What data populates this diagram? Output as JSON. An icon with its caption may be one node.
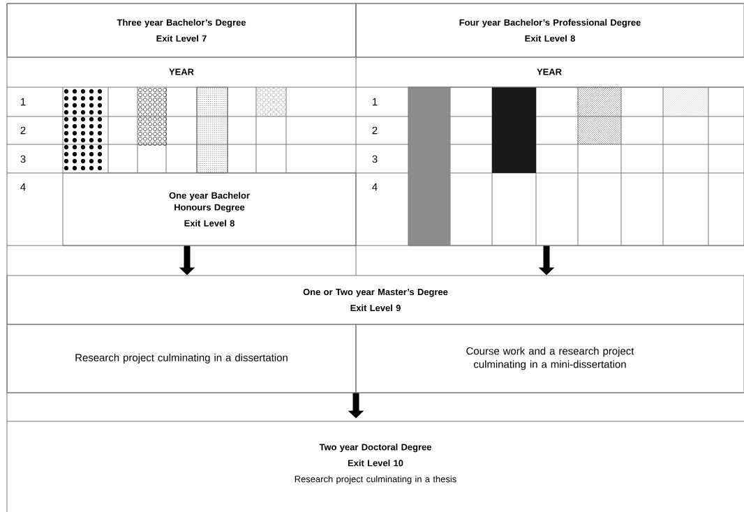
{
  "diagram": {
    "nodes": [
      {
        "text": [
          "Three year Bachelor’s Degree",
          "Exit Level 7"
        ]
      },
      {
        "text": [
          "Four year Bachelor’s Professional Degree",
          "Exit Level 8"
        ]
      },
      {
        "text": [
          "One year Bachelor Honours Degree",
          "Exit Level 8"
        ]
      },
      {
        "text": [],
        "shape": "box"
      },
      {
        "text": [
          "One or Two year Master’s Degree",
          "Exit Level 9"
        ]
      },
      {
        "text": [
          "Research project culminating in a dissertation"
        ]
      },
      {
        "text": [
          "Course work and a research project culminating in a mini-dissertation"
        ]
      },
      {
        "text": [
          "Two year Doctoral Degree",
          "Exit Level 10",
          "Research project culminating in a thesis"
        ]
      }
    ],
    "edges": [
      {
        "from": 2,
        "to": 4,
        "arrow": "to"
      },
      {
        "from": 3,
        "to": 4,
        "arrow": "to"
      },
      {
        "from": 5,
        "to": 7,
        "arrow": "to"
      },
      {
        "from": 6,
        "to": 7,
        "arrow": "to"
      }
    ],
    "labels": [
      "YEAR",
      "YEAR",
      "1",
      "2",
      "3",
      "4",
      "1",
      "2",
      "3",
      "4"
    ]
  }
}
